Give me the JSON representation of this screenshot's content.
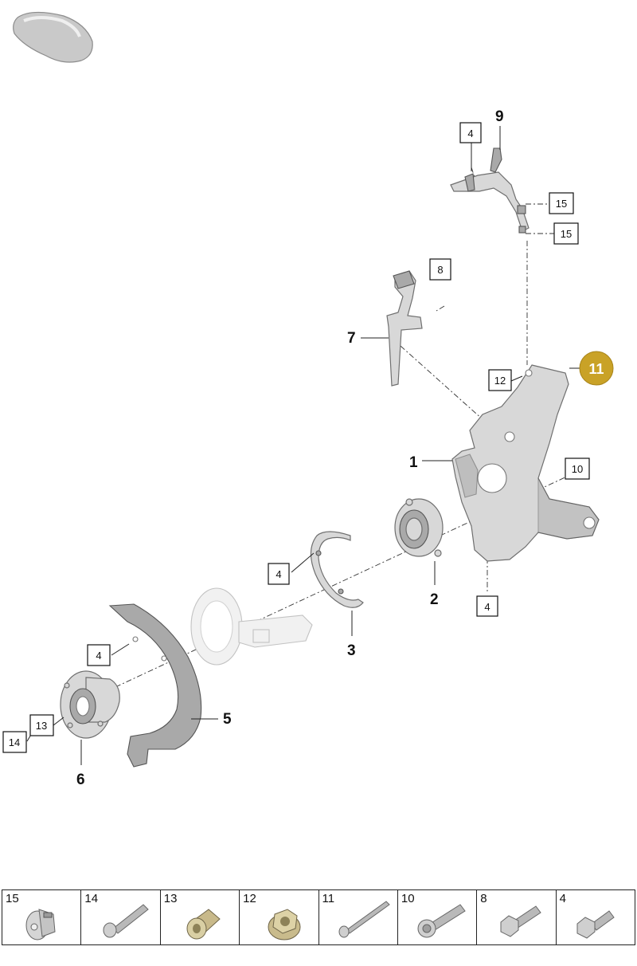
{
  "callouts": {
    "c1": "1",
    "c2": "2",
    "c3": "3",
    "c5": "5",
    "c6": "6",
    "c7": "7",
    "c9": "9",
    "c11": "11"
  },
  "boxes": {
    "b4_top": "4",
    "b15_a": "15",
    "b15_b": "15",
    "b8": "8",
    "b12": "12",
    "b10": "10",
    "b4_knuckle": "4",
    "b4_bearing": "4",
    "b4_shield": "4",
    "b13": "13",
    "b14": "14"
  },
  "highlight_color": "#c9a227",
  "parts_table": [
    {
      "number": "15",
      "icon": "clip-fastener-icon"
    },
    {
      "number": "14",
      "icon": "long-bolt-icon"
    },
    {
      "number": "13",
      "icon": "sleeve-nut-icon"
    },
    {
      "number": "12",
      "icon": "flange-nut-icon"
    },
    {
      "number": "11",
      "icon": "thin-long-bolt-icon"
    },
    {
      "number": "10",
      "icon": "flange-bolt-icon"
    },
    {
      "number": "8",
      "icon": "hex-bolt-icon"
    },
    {
      "number": "4",
      "icon": "short-hex-bolt-icon"
    }
  ]
}
